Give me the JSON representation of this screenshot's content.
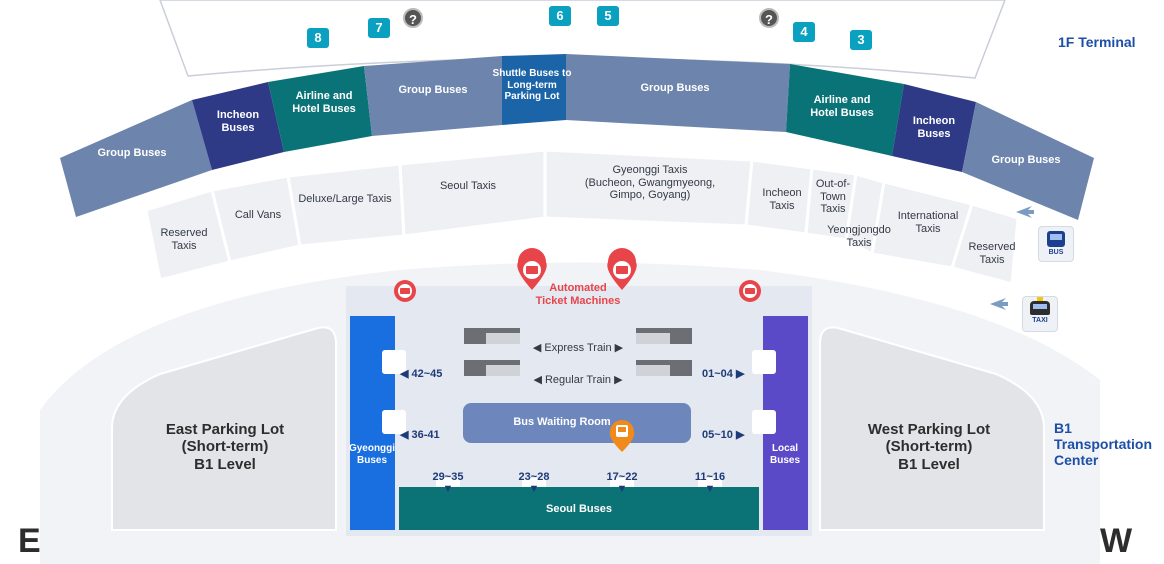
{
  "terminal_label": "1F Terminal",
  "center_label": "B1\nTransportation\nCenter",
  "compass": {
    "east": "E",
    "west": "W"
  },
  "gates": [
    "8",
    "7",
    "6",
    "5",
    "4",
    "3"
  ],
  "info_symbol": "?",
  "bus_zones": [
    {
      "label": "Group Buses"
    },
    {
      "label": "Incheon\nBuses"
    },
    {
      "label": "Airline and\nHotel Buses"
    },
    {
      "label": "Group Buses"
    },
    {
      "label": "Shuttle Buses to\nLong-term\nParking Lot"
    },
    {
      "label": "Group Buses"
    },
    {
      "label": "Airline and\nHotel Buses"
    },
    {
      "label": "Incheon\nBuses"
    },
    {
      "label": "Group Buses"
    }
  ],
  "taxi_zones": [
    {
      "label": "Reserved\nTaxis"
    },
    {
      "label": "Call Vans"
    },
    {
      "label": "Deluxe/Large Taxis"
    },
    {
      "label": "Seoul Taxis"
    },
    {
      "label": "Gyeonggi Taxis\n(Bucheon, Gwangmyeong,\nGimpo, Goyang)"
    },
    {
      "label": "Incheon\nTaxis"
    },
    {
      "label": "Out-of-\nTown\nTaxis"
    },
    {
      "label": "Yeongjongdo\nTaxis"
    },
    {
      "label": "International\nTaxis"
    },
    {
      "label": "Reserved\nTaxis"
    }
  ],
  "side_icons": {
    "bus": "BUS",
    "taxi": "TAXI"
  },
  "ticket_machines_label": "Automated\nTicket Machines",
  "trains": {
    "express": "Express Train",
    "regular": "Regular Train"
  },
  "platforms": {
    "left_top": "42~45",
    "left_mid": "36-41",
    "right_top": "01~04",
    "right_mid": "05~10",
    "bottom": [
      "29~35",
      "23~28",
      "17~22",
      "11~16"
    ]
  },
  "waiting_room": "Bus Waiting Room",
  "gyeonggi_buses": "Gyeonggi\nBuses",
  "local_buses": "Local\nBuses",
  "seoul_buses": "Seoul Buses",
  "parking": {
    "east": "East Parking Lot\n(Short-term)\nB1 Level",
    "west": "West Parking Lot\n(Short-term)\nB1 Level"
  },
  "colors": {
    "group": "#6d84ad",
    "incheon": "#2e3a86",
    "airline": "#0a7378",
    "shuttle": "#1b64a8",
    "taxi_bg": "#eef0f4",
    "gyeonggi": "#1a6fe0",
    "local": "#5a4ac8",
    "seoul": "#0b7375",
    "waiting": "#6d87bd",
    "ticket_red": "#e8454b",
    "gate_teal": "#0aa0c0",
    "bus_orange": "#f08a1a"
  }
}
